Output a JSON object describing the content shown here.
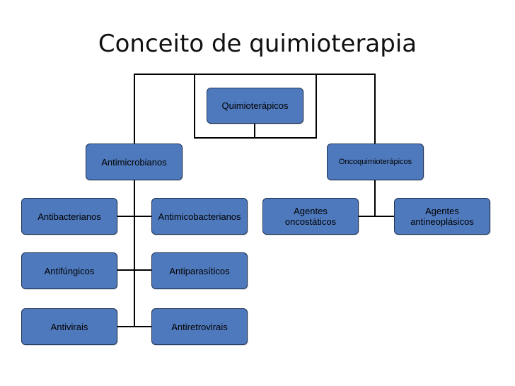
{
  "title": "Conceito de quimioterapia",
  "nodes": {
    "root": "Quimioterápicos",
    "antimicrobianos": "Antimicrobianos",
    "oncoquimioterapicos": "Oncoquimioterápicos",
    "antibacterianos": "Antibacterianos",
    "antimicobacterianos": "Antimicobacterianos",
    "antifungicos": "Antifúngicos",
    "antiparasiticos": "Antiparasíticos",
    "antivirais": "Antivirais",
    "antiretrovirais": "Antiretrovirais",
    "agentes_oncostaticos": "Agentes\noncostáticos",
    "agentes_antineoplasicos": "Agentes\nantineoplásicos"
  },
  "colors": {
    "node_fill": "#4f79bd",
    "node_border": "#1f3558",
    "line": "#000000"
  }
}
